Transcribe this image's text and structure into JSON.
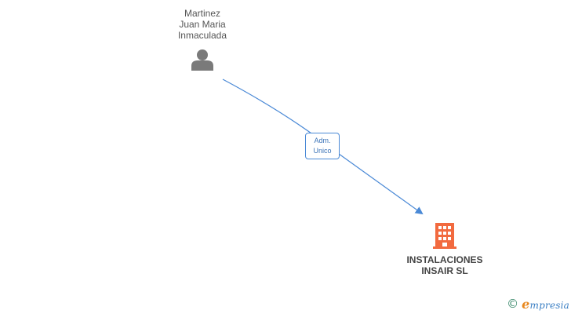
{
  "person": {
    "name_lines": [
      "Martinez",
      "Juan Maria",
      "Inmaculada"
    ],
    "icon": "person-icon"
  },
  "relation": {
    "role_lines": [
      "Adm.",
      "Unico"
    ],
    "line_color": "#4a89d6"
  },
  "company": {
    "name_lines": [
      "INSTALACIONES",
      "INSAIR SL"
    ],
    "icon": "building-icon",
    "icon_color": "#f26a3f"
  },
  "watermark": {
    "symbol": "©",
    "brand_initial": "e",
    "brand_rest": "mpresia"
  }
}
